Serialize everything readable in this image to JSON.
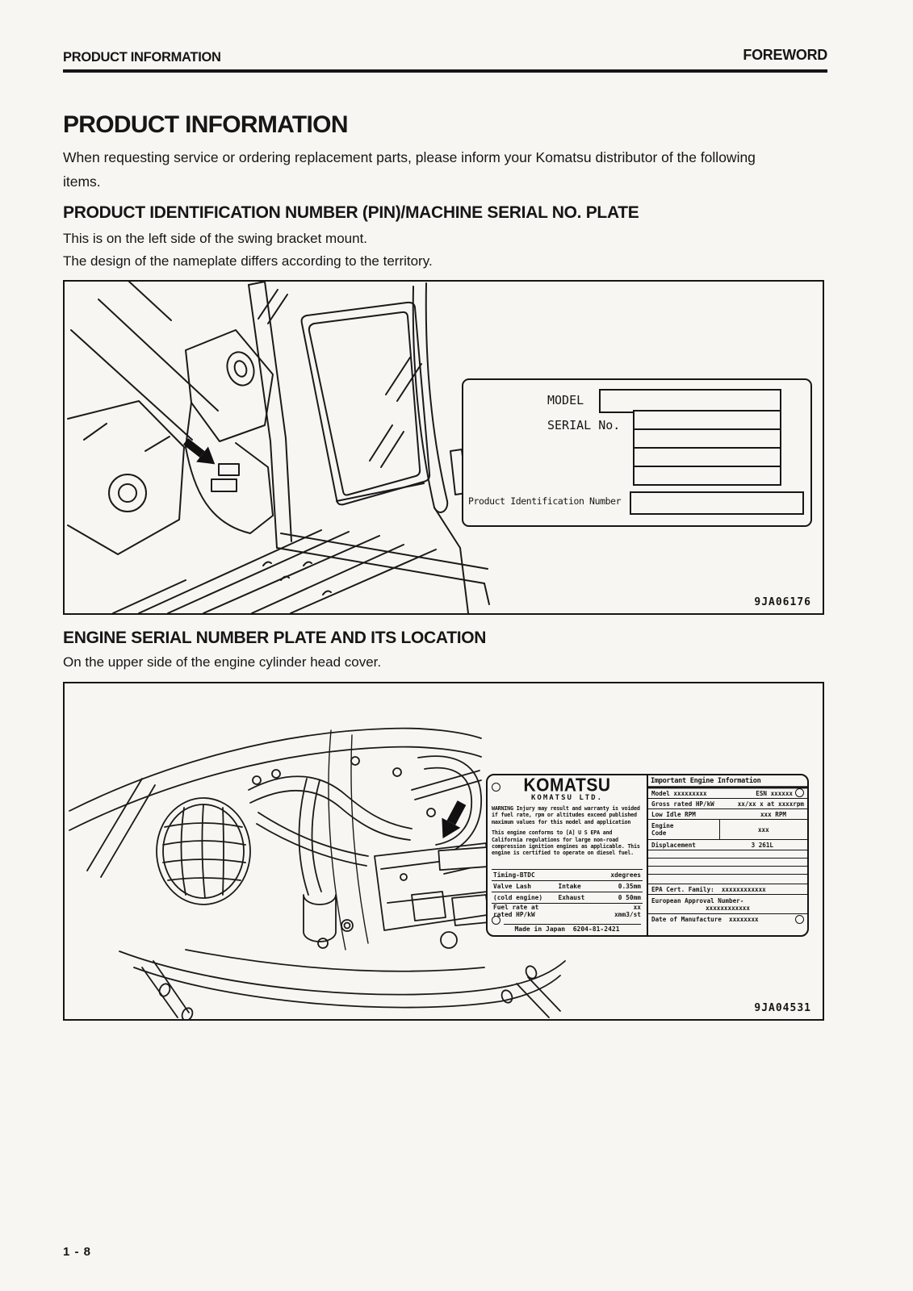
{
  "page": {
    "header_left": "PRODUCT INFORMATION",
    "header_right": "FOREWORD",
    "page_number": "1 - 8"
  },
  "intro": {
    "title": "PRODUCT INFORMATION",
    "body": "When requesting service or ordering replacement parts, please inform your Komatsu distributor of the following items."
  },
  "pin_section": {
    "heading": "PRODUCT IDENTIFICATION NUMBER (PIN)/MACHINE SERIAL NO. PLATE",
    "line1": "This is on the left side of the swing bracket mount.",
    "line2": "The design of the nameplate differs according to the territory.",
    "figure_code": "9JA06176",
    "nameplate": {
      "model_label": "MODEL",
      "serial_label": "SERIAL No.",
      "pin_label": "Product Identification Number"
    }
  },
  "engine_section": {
    "heading": "ENGINE SERIAL NUMBER PLATE AND ITS LOCATION",
    "line1": "On the upper side of the engine cylinder head cover.",
    "figure_code": "9JA04531",
    "plate": {
      "brand": "KOMATSU",
      "company": "KOMATSU LTD.",
      "warning": "WARNING Injury may result and warranty is voided if fuel rate, rpm or altitudes exceed published maximum values for this model and application",
      "conformity": "This engine conforms to [A] U S EPA and California regulations for large non-road compression ignition engines as applicable. This engine is certified to operate on diesel fuel.",
      "spec_rows": [
        {
          "label": "Timing-BTDC",
          "mid": "",
          "value": "xdegrees"
        },
        {
          "label": "Valve Lash",
          "mid": "Intake",
          "value": "0.35mm"
        },
        {
          "label": "(cold engine)",
          "mid": "Exhaust",
          "value": "0 50mm"
        },
        {
          "label": "Fuel rate at rated HP/kW",
          "mid": "",
          "value": "xx xmm3/st"
        }
      ],
      "made_in": "Made in Japan  6204-81-2421",
      "info_header": "Important Engine Information",
      "info": {
        "model_label": "Model xxxxxxxxx",
        "esn": "ESN xxxxxx",
        "gross_label": "Gross rated HP/kW",
        "gross_value": "xx/xx x at xxxxrpm",
        "idle_label": "Low Idle RPM",
        "idle_value": "xxx RPM",
        "engine_word": "Engine",
        "code_word": "Code",
        "engine_code_value": "xxx",
        "displacement_label": "Displacement",
        "displacement_value": "3 261L",
        "epa": "EPA Cert. Family:  xxxxxxxxxxxx",
        "euro_label": "European Approval Number-",
        "euro_value": "xxxxxxxxxxxx",
        "dom": "Date of Manufacture  xxxxxxxx"
      }
    }
  }
}
